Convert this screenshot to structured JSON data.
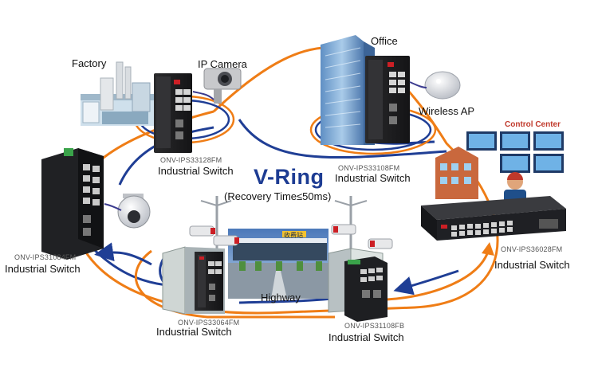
{
  "diagram": {
    "title": "V-Ring",
    "subtitle": "(Recovery Time≤50ms)",
    "colors": {
      "ring_orange": "#ef7d16",
      "ring_blue": "#1f3e95",
      "switch_body": "#1c1c1e",
      "port_green": "#3aa34a",
      "brand_red": "#cc1f25",
      "control_center_text": "#c0392b"
    },
    "labels": {
      "factory": "Factory",
      "ip_camera": "IP Camera",
      "office": "Office",
      "wireless_ap": "Wireless AP",
      "control_center": "Control Center",
      "highway": "Highway",
      "sign_text": "收费站"
    },
    "switches": [
      {
        "model": "ONV-IPS33128FM",
        "role": "Industrial Switch"
      },
      {
        "model": "ONV-IPS33108FM",
        "role": "Industrial Switch"
      },
      {
        "model": "ONV-IPS36028FM",
        "role": "Industrial Switch"
      },
      {
        "model": "ONV-IPS31108FB",
        "role": "Industrial Switch"
      },
      {
        "model": "ONV-IPS33064FM",
        "role": "Industrial Switch"
      },
      {
        "model": "ONV-IPS31084FM",
        "role": "Industrial Switch"
      }
    ],
    "icons": [
      "factory-icon",
      "ip-camera-icon",
      "office-building-icon",
      "wireless-ap-icon",
      "control-center-icon",
      "highway-toll-icon",
      "dome-camera-icon",
      "bullet-camera-icon",
      "cabinet-icon",
      "ring-arrow-icon"
    ]
  }
}
